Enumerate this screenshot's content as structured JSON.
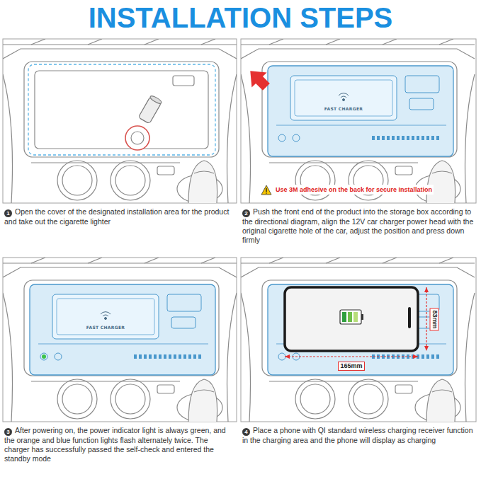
{
  "diagram": {
    "title": "INSTALLATION STEPS",
    "labels": [
      "FAST CHARGER",
      "Use 3M adhesive on the back for secure Installation",
      "1",
      "Open the cover of the designated installation area for the product and take out the cigarette lighter",
      "2",
      "Push the front end of the product into the storage box according to the directional diagram, align the 12V car charger power head with the original cigarette hole of the car, adjust the position and press down firmly",
      "FAST CHARGER",
      "83mm",
      "165mm",
      "3",
      "After powering on, the power indicator light is always green, and the orange and blue function lights flash alternately twice. The charger has successfully passed the self-check and entered the standby mode",
      "4",
      "Place a phone with QI standard wireless charging receiver function in the charging area and the phone will display as charging"
    ]
  }
}
